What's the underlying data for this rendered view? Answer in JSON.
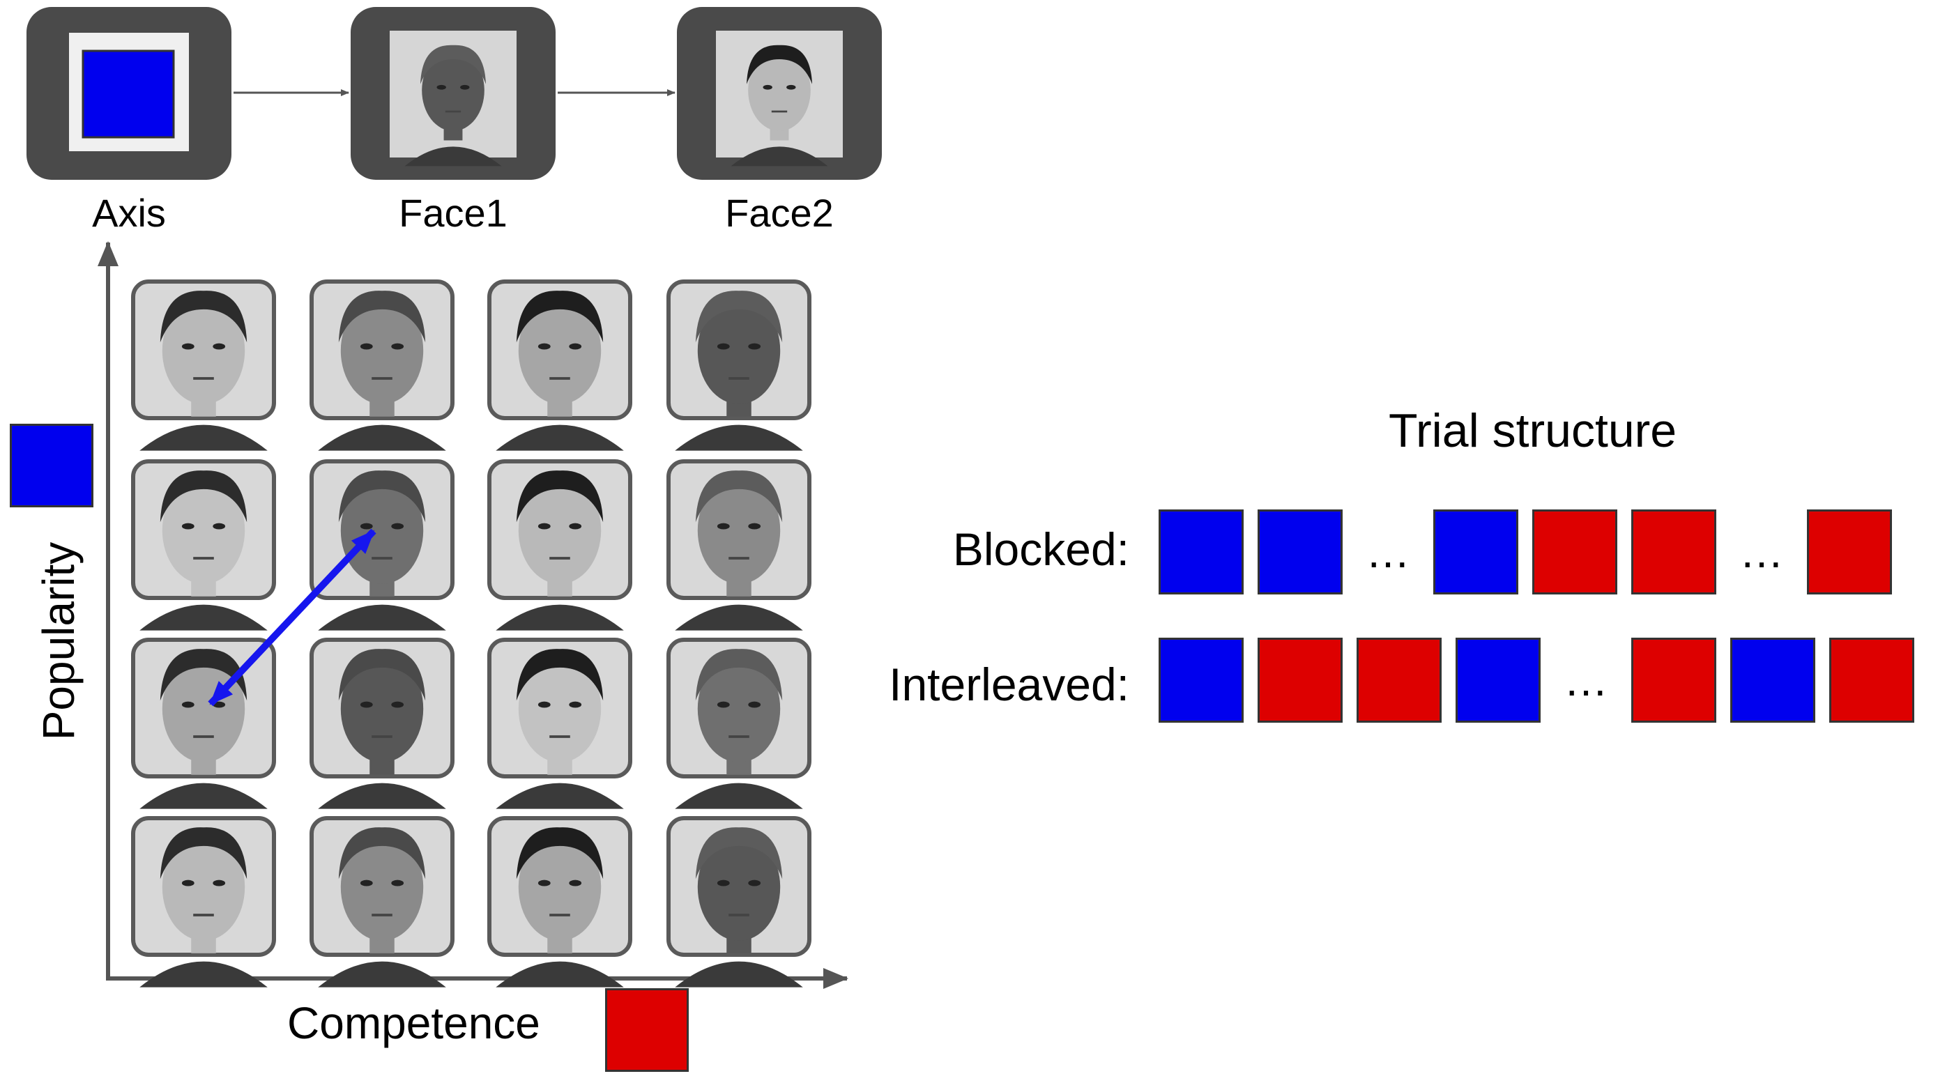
{
  "sequence": {
    "labels": [
      "Axis",
      "Face1",
      "Face2"
    ],
    "axis_cue_color": "#0000ee"
  },
  "grid": {
    "rows": 4,
    "cols": 4,
    "y_axis_label": "Popularity",
    "x_axis_label": "Competence",
    "popularity_color": "#0000ee",
    "competence_color": "#dd0000",
    "arrow_color": "#1616ee",
    "arrow_link": {
      "from": [
        2,
        0
      ],
      "to": [
        1,
        1
      ]
    }
  },
  "trial_structure": {
    "title": "Trial structure",
    "rows": [
      {
        "label": "Blocked:",
        "items": [
          "blue",
          "blue",
          "dots",
          "blue",
          "red",
          "red",
          "dots",
          "red"
        ]
      },
      {
        "label": "Interleaved:",
        "items": [
          "blue",
          "red",
          "red",
          "blue",
          "dots",
          "red",
          "blue",
          "red"
        ]
      }
    ],
    "ellipsis": "…",
    "colors": {
      "blue": "#0000ee",
      "red": "#dd0000"
    }
  }
}
